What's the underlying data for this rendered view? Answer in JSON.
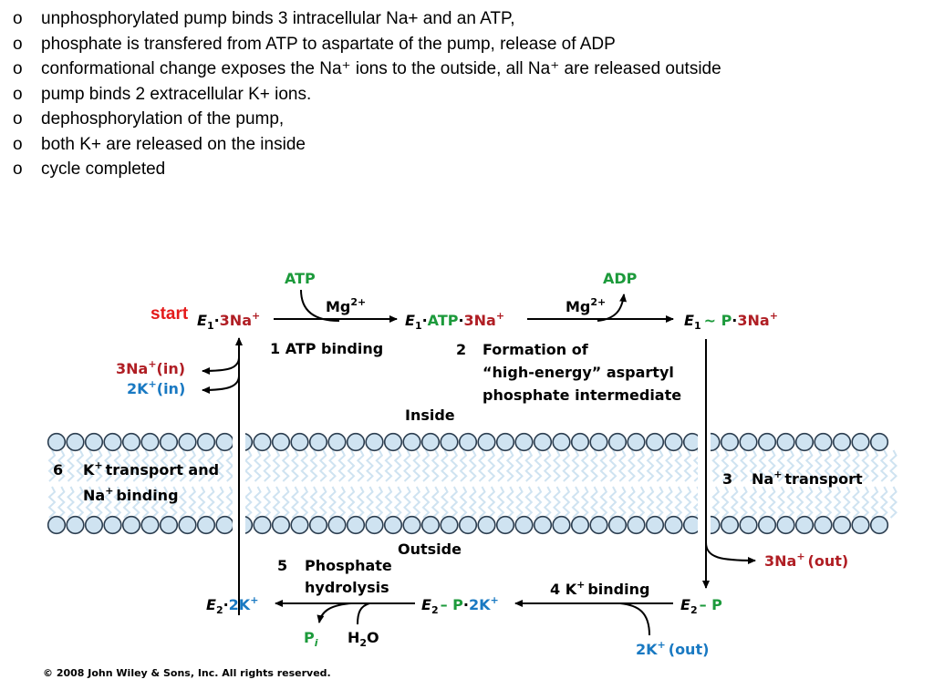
{
  "bullets": [
    {
      "marker": "o",
      "text": "unphosphorylated pump binds 3 intracellular Na+ and an ATP,"
    },
    {
      "marker": "o",
      "text": "phosphate is transfered from ATP to aspartate of the pump, release of ADP"
    },
    {
      "marker": "o",
      "text": "conformational change exposes the Na⁺ ions to the outside, all Na⁺ are released outside"
    },
    {
      "marker": "o",
      "text": "pump binds 2 extracellular K+ ions."
    },
    {
      "marker": "o",
      "text": "dephosphorylation of the pump,"
    },
    {
      "marker": "o",
      "text": "both K+ are released on the inside"
    },
    {
      "marker": "o",
      "text": "cycle completed"
    }
  ],
  "start_label": "start",
  "colors": {
    "green": "#1c9a3b",
    "red": "#b01e24",
    "blue": "#1979c2",
    "start": "#e41a1a",
    "lipid": "#cfe3f1"
  },
  "diagram": {
    "atp": "ATP",
    "adp": "ADP",
    "mg": "Mg",
    "mg_charge": "2+",
    "state1_e": "E",
    "state1_sub": "1",
    "state1_na": "3Na",
    "plus": "+",
    "state2_atp": "ATP",
    "state3_p": "~ P",
    "state4_e": "E",
    "state4_sub": "2",
    "state4_p": "– P",
    "state5_p": "– P",
    "state5_k": "2K",
    "state6_k": "2K",
    "dot": "·",
    "step1": "1   ATP binding",
    "step2_num": "2",
    "step2_lines": [
      "Formation of",
      "“high-energy” aspartyl",
      "phosphate intermediate"
    ],
    "inside": "Inside",
    "outside": "Outside",
    "step3_num": "3",
    "step3_text": "Na",
    "step3_rest": "transport",
    "step4": "4   K",
    "step4_rest": "binding",
    "step5_num": "5",
    "step5_lines": [
      "Phosphate",
      "hydrolysis"
    ],
    "step6_num": "6",
    "step6_a": "K",
    "step6_a_rest": "transport and",
    "step6_b": "Na",
    "step6_b_rest": "binding",
    "na_in": "3Na",
    "na_in_suffix": "(in)",
    "k_in": "2K",
    "k_in_suffix": "(in)",
    "na_out": "3Na",
    "na_out_suffix": "(out)",
    "k_out": "2K",
    "k_out_suffix": "(out)",
    "pi": "P",
    "pi_sub": "i",
    "water_h": "H",
    "water_sub": "2",
    "water_o": "O"
  },
  "copyright": "© 2008 John Wiley & Sons, Inc. All rights reserved."
}
